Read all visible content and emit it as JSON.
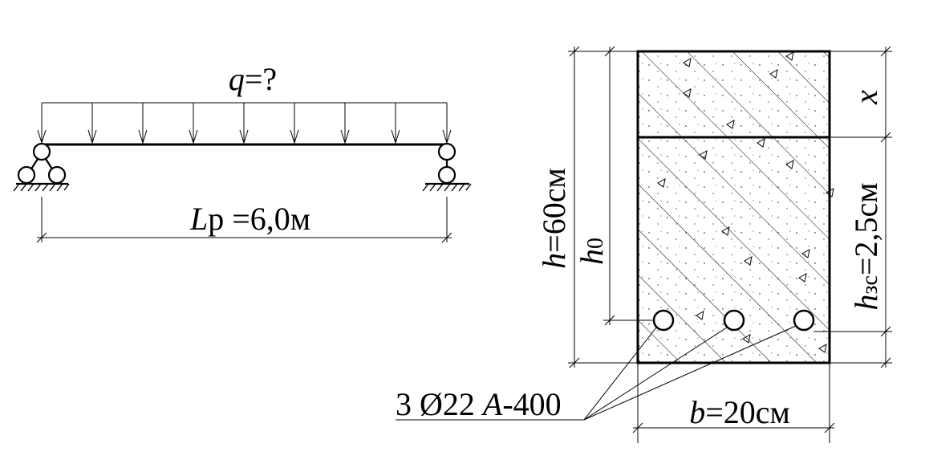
{
  "beam": {
    "load_symbol": "q",
    "load_value": "=?",
    "span_symbol": "L",
    "span_subscript": "р",
    "span_value": " =6,0м"
  },
  "section": {
    "height_symbol": "h",
    "height_value": "=60см",
    "effective_depth_symbol": "h",
    "effective_depth_subscript": "0",
    "compression_zone_symbol": "x",
    "cover_symbol": "h",
    "cover_subscript": "зс",
    "cover_value": "=2,5см",
    "width_symbol": "b",
    "width_value": "=20см",
    "rebar_count": "3 Ø22 ",
    "rebar_class_letter": "A",
    "rebar_class_value": "-400"
  }
}
